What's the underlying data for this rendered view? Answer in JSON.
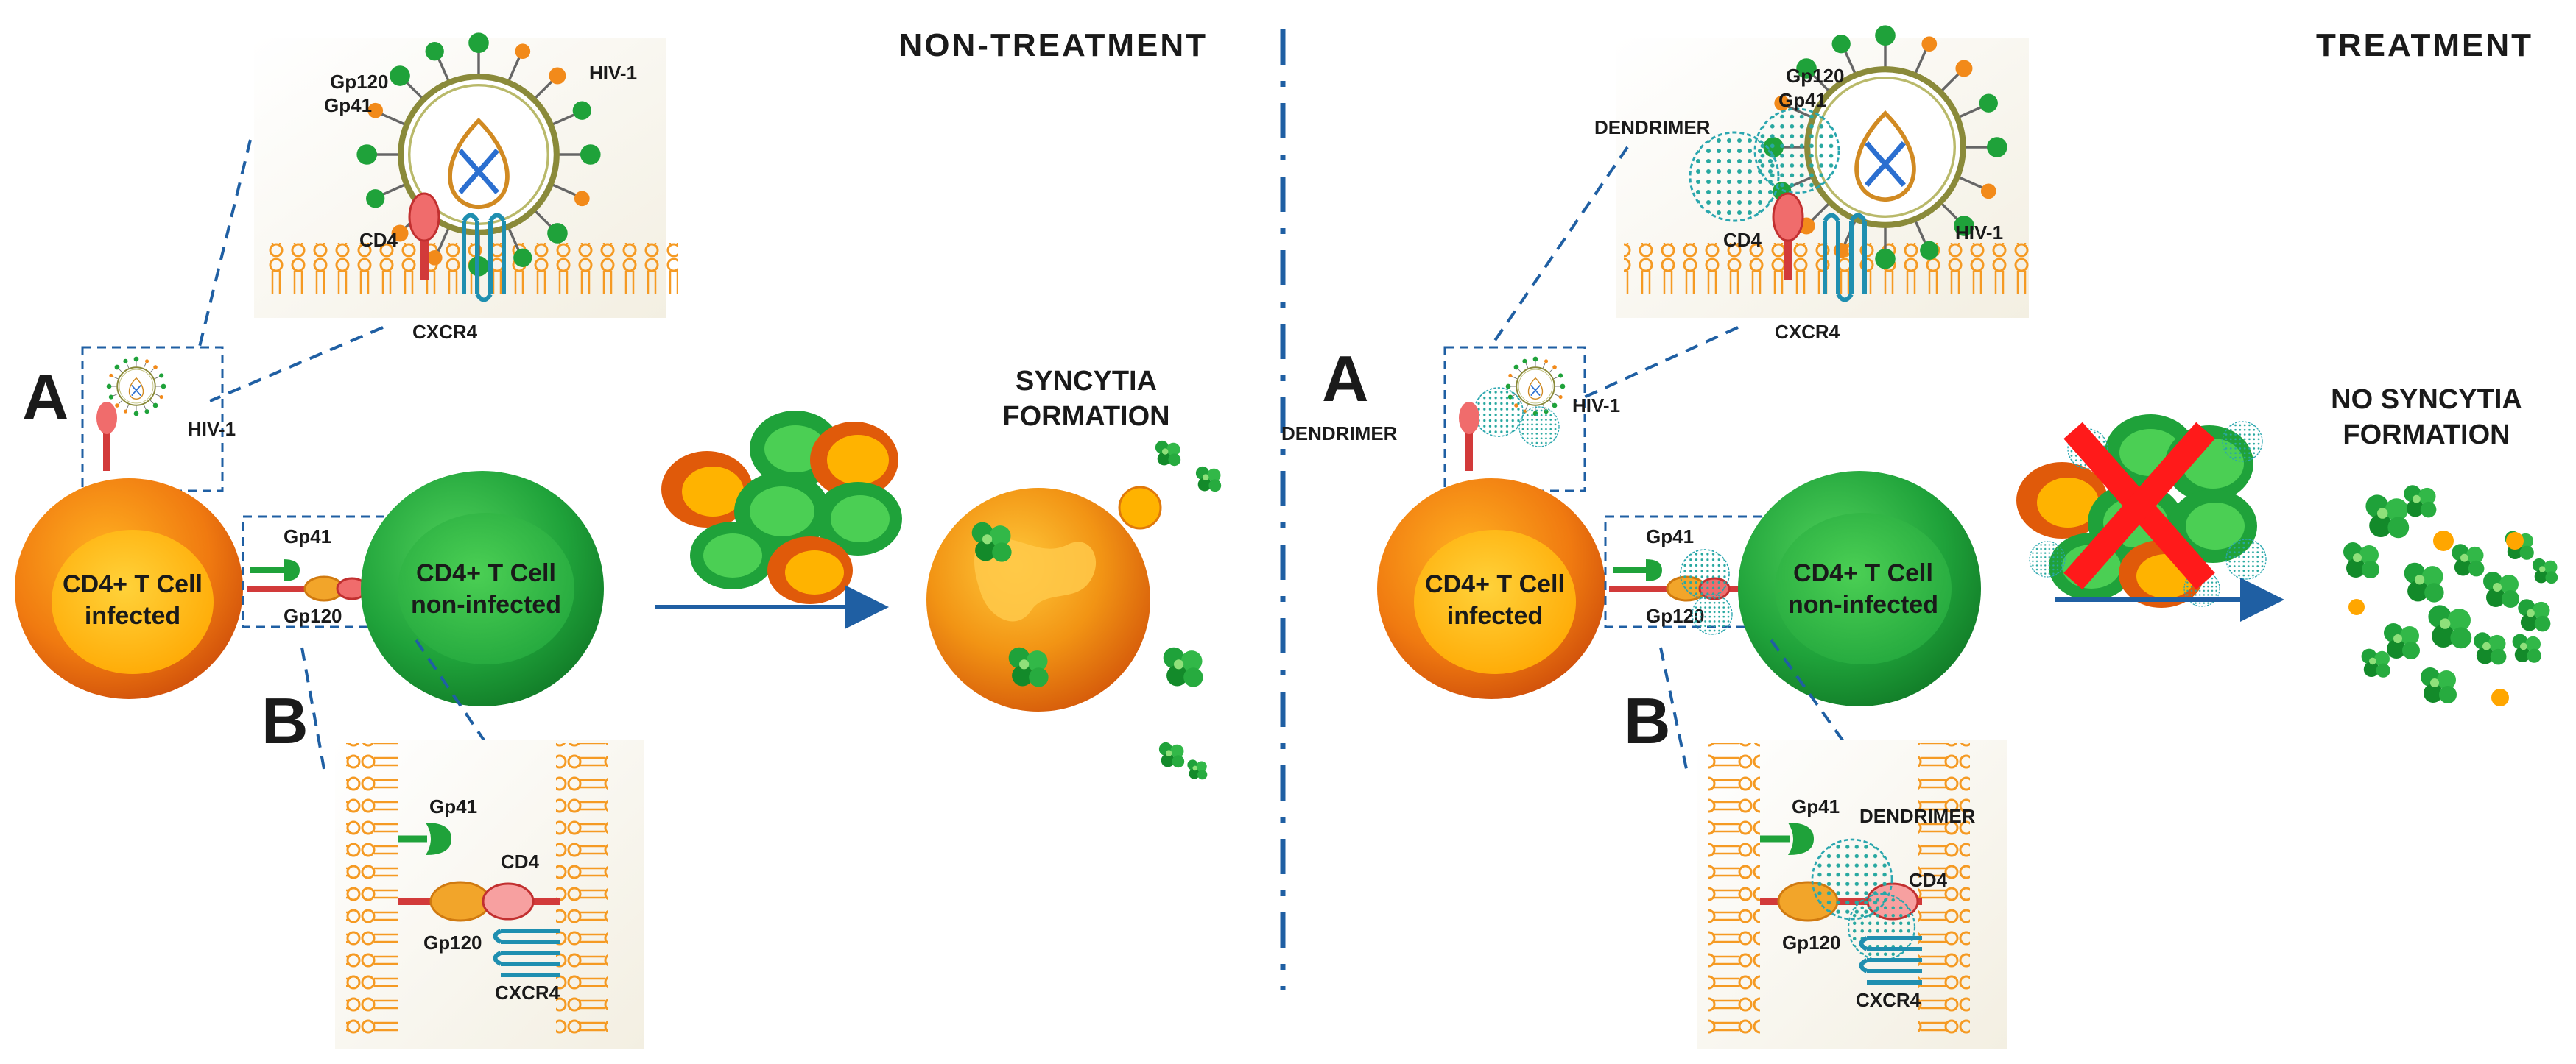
{
  "left": {
    "header": "NON-TREATMENT",
    "letter_a": "A",
    "letter_b": "B",
    "inset_top": {
      "gp120": "Gp120",
      "gp41": "Gp41",
      "hiv": "HIV-1",
      "cd4": "CD4",
      "cxcr4": "CXCR4"
    },
    "hiv_small": "HIV-1",
    "gp41": "Gp41",
    "gp120": "Gp120",
    "infected_cell": {
      "line1": "CD4+ T Cell",
      "line2": "infected"
    },
    "noninfected_cell": {
      "line1": "CD4+ T Cell",
      "line2": "non-infected"
    },
    "outcome": {
      "line1": "SYNCYTIA",
      "line2": "FORMATION"
    },
    "inset_bottom": {
      "gp41": "Gp41",
      "cd4": "CD4",
      "gp120": "Gp120",
      "cxcr4": "CXCR4"
    }
  },
  "right": {
    "header": "TREATMENT",
    "letter_a": "A",
    "letter_b": "B",
    "inset_top": {
      "gp120": "Gp120",
      "gp41": "Gp41",
      "dendrimer": "DENDRIMER",
      "hiv": "HIV-1",
      "cd4": "CD4",
      "cxcr4": "CXCR4"
    },
    "dendrimer_small": "DENDRIMER",
    "hiv_small": "HIV-1",
    "gp41": "Gp41",
    "gp120": "Gp120",
    "infected_cell": {
      "line1": "CD4+ T Cell",
      "line2": "infected"
    },
    "noninfected_cell": {
      "line1": "CD4+ T Cell",
      "line2": "non-infected"
    },
    "outcome": {
      "line1": "NO SYNCYTIA",
      "line2": "FORMATION"
    },
    "inset_bottom": {
      "gp41": "Gp41",
      "dendrimer": "DENDRIMER",
      "cd4": "CD4",
      "gp120": "Gp120",
      "cxcr4": "CXCR4"
    }
  },
  "colors": {
    "orange_dark": "#e05a0a",
    "orange_light": "#ffb300",
    "green_dark": "#138a2a",
    "green_light": "#47c752",
    "arrow": "#1f5fa3",
    "divider": "#1f5fa3",
    "cross": "#ff1a1a",
    "dendrimer": "#2aa6b0",
    "membrane": "#f59a23"
  }
}
